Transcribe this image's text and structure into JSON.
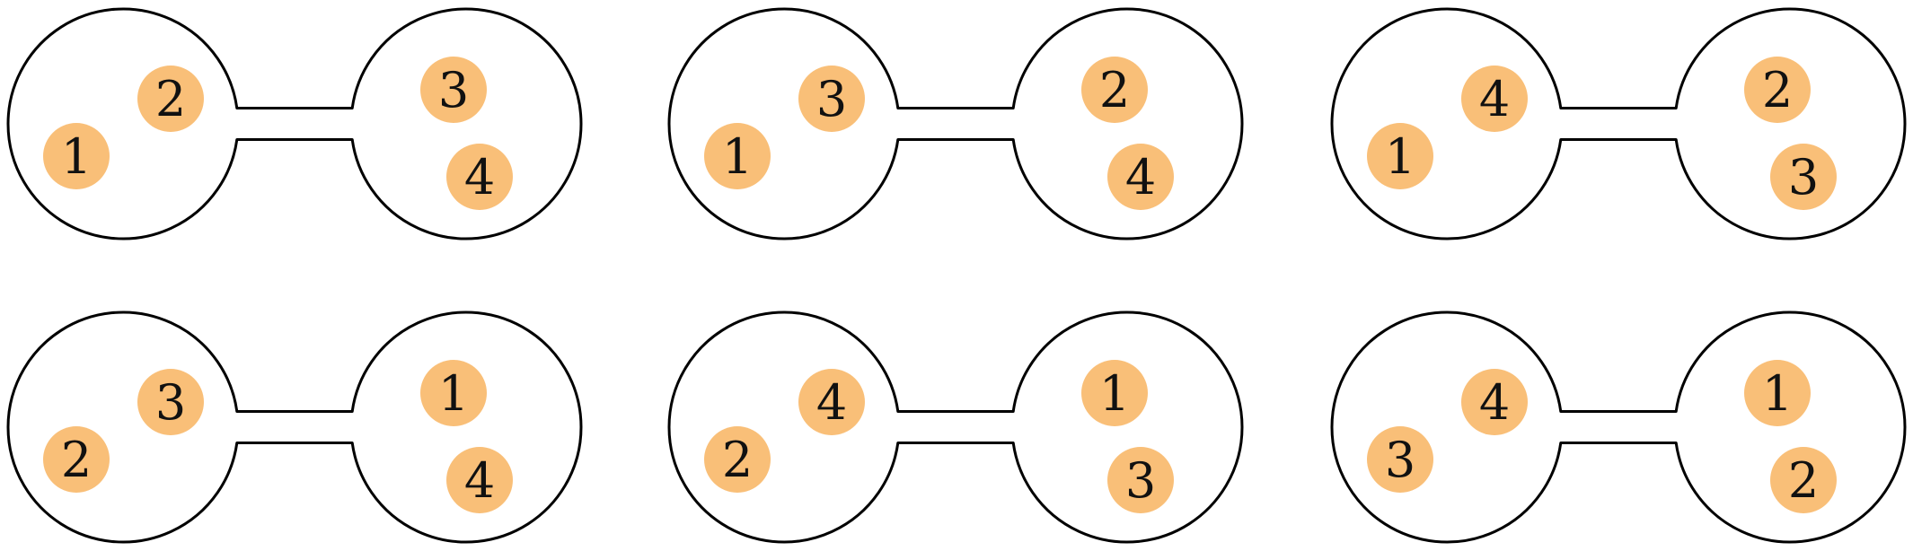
{
  "colors": {
    "particle_fill": "#F9BF78",
    "outline": "#000000",
    "background": "#FFFFFF"
  },
  "configurations": [
    {
      "left": [
        "1",
        "2"
      ],
      "right": [
        "3",
        "4"
      ]
    },
    {
      "left": [
        "1",
        "3"
      ],
      "right": [
        "2",
        "4"
      ]
    },
    {
      "left": [
        "1",
        "4"
      ],
      "right": [
        "2",
        "3"
      ]
    },
    {
      "left": [
        "2",
        "3"
      ],
      "right": [
        "1",
        "4"
      ]
    },
    {
      "left": [
        "2",
        "4"
      ],
      "right": [
        "1",
        "3"
      ]
    },
    {
      "left": [
        "3",
        "4"
      ],
      "right": [
        "1",
        "2"
      ]
    }
  ]
}
